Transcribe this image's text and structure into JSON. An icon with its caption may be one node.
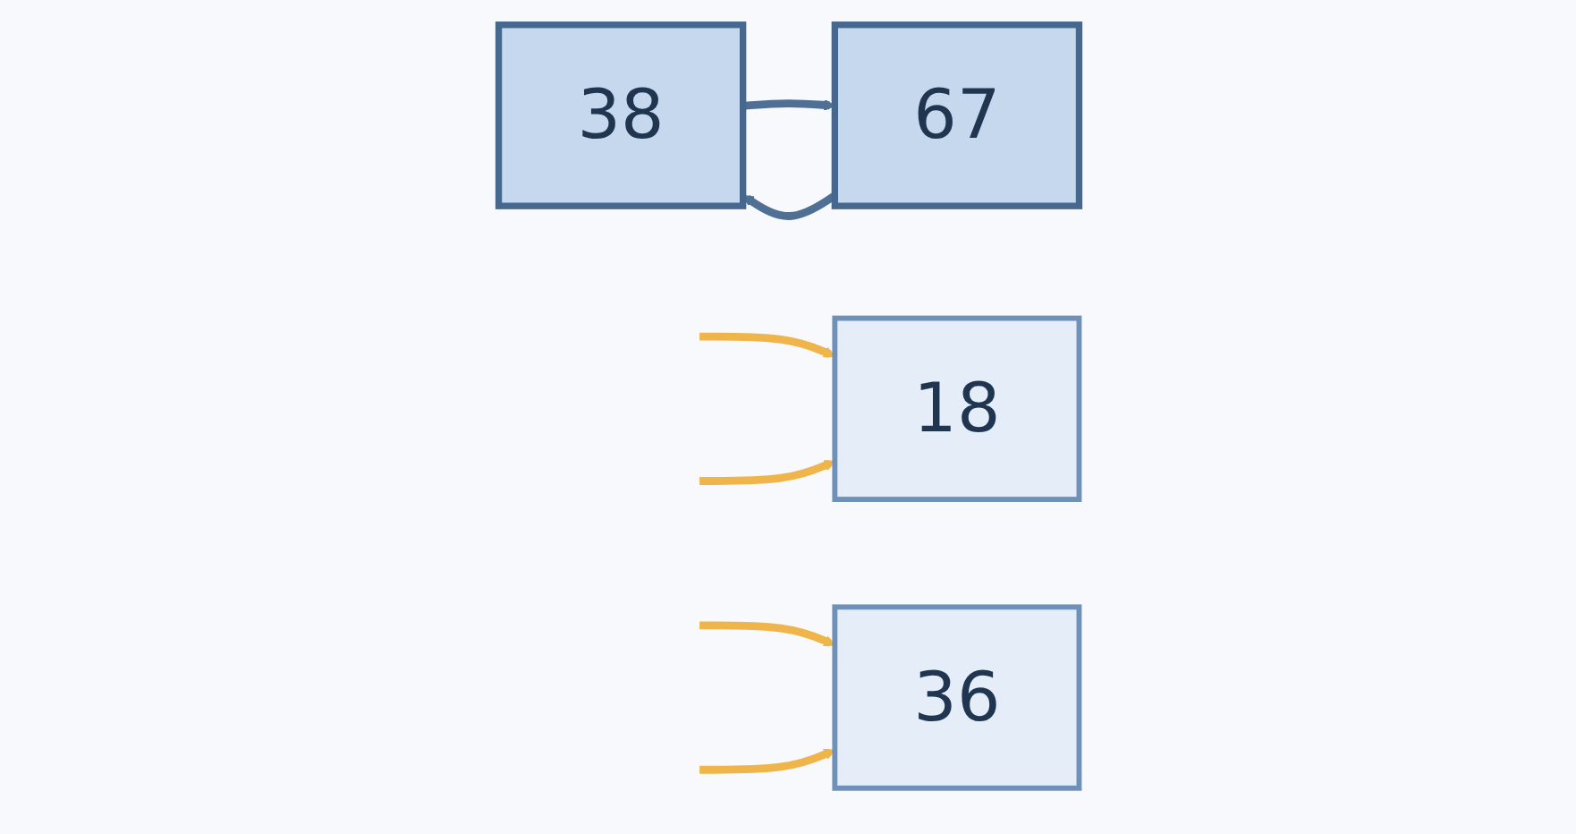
{
  "diagram": {
    "nodes": [
      {
        "text": [
          "38"
        ]
      },
      {
        "text": [
          "67"
        ]
      },
      {
        "text": [
          "18"
        ]
      },
      {
        "text": [
          "36"
        ]
      }
    ],
    "edges": [
      {
        "from": 0,
        "to": 1,
        "arrow": "to",
        "color": "#4f6f94"
      },
      {
        "from": 1,
        "to": 0,
        "arrow": "to",
        "color": "#4f6f94"
      },
      {
        "from": null,
        "to": 2,
        "arrow": "to"
      },
      {
        "from": null,
        "to": 3,
        "arrow": "to"
      },
      {
        "from": null,
        "to": 2,
        "arrow": "to"
      },
      {
        "from": null,
        "to": 3,
        "arrow": "to"
      }
    ]
  }
}
